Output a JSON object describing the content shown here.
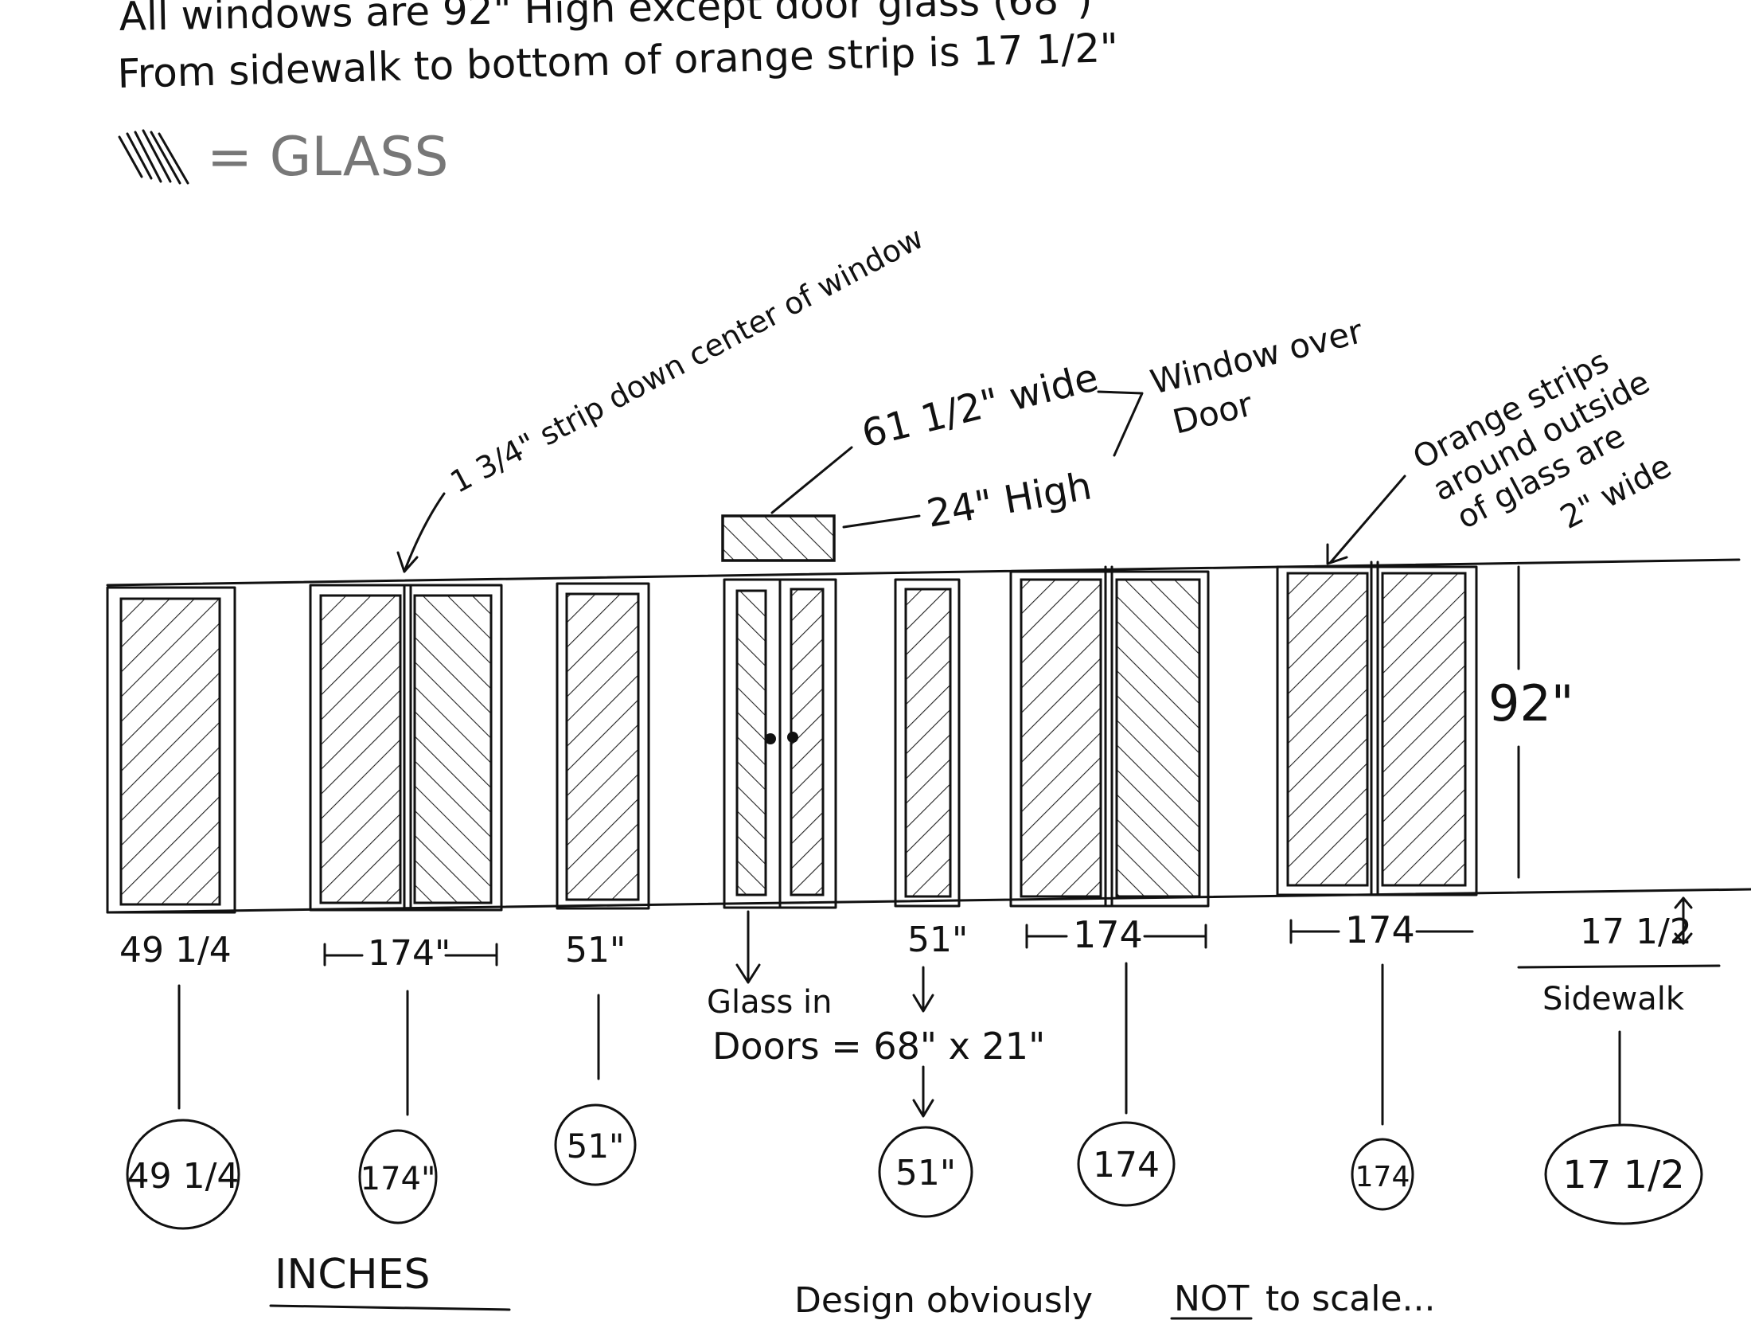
{
  "notes": {
    "line1": "All windows are 92\" High except door glass (68\")",
    "line2": "From sidewalk to bottom of orange strip is 17 1/2\"",
    "legend_label": "= GLASS"
  },
  "callouts": {
    "center_strip": "1 3/4\" strip down center of window",
    "transom_width": "61 1/2\" wide",
    "transom_height": "24\" High",
    "transom_name_1": "Window over",
    "transom_name_2": "Door",
    "orange_1": "Orange strips",
    "orange_2": "around outside",
    "orange_3": "of glass are",
    "orange_4": "2\" wide",
    "height_92": "92\"",
    "door_glass_1": "Glass in",
    "door_glass_2": "Doors = 68\" x 21\"",
    "sidewalk_gap": "17 1/2",
    "sidewalk": "Sidewalk"
  },
  "dims": {
    "w1": "49 1/4",
    "w2": "174\"",
    "w3": "51\"",
    "w5": "51\"",
    "w6": "174",
    "w7": "174"
  },
  "circled": {
    "c1": "49 1/4",
    "c2": "174\"",
    "c3": "51\"",
    "c4": "51\"",
    "c5": "174",
    "c6": "174",
    "c7": "17 1/2"
  },
  "footer": {
    "units": "INCHES",
    "disclaimer_1": "Design obviously",
    "disclaimer_not": "NOT",
    "disclaimer_2": "to scale..."
  }
}
